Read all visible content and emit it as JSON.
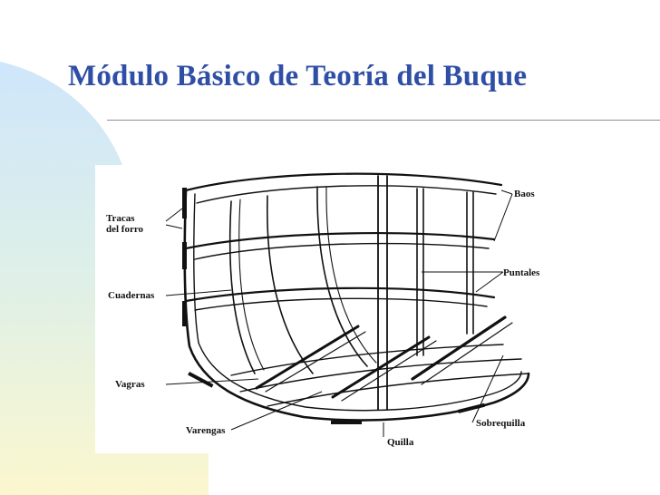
{
  "slide": {
    "title": "Módulo Básico de Teoría del Buque"
  },
  "diagram": {
    "labels": {
      "tracas_line1": "Tracas",
      "tracas_line2": "del forro",
      "cuadernas": "Cuadernas",
      "vagras": "Vagras",
      "varengas": "Varengas",
      "baos": "Baos",
      "puntales": "Puntales",
      "sobrequilla": "Sobrequilla",
      "quilla": "Quilla"
    }
  },
  "colors": {
    "title": "#2f4ea6",
    "background_gradient_start": "#cfe6fb",
    "background_gradient_end": "#fbf7cf",
    "rule": "#8e8e8e",
    "ink": "#111111"
  }
}
